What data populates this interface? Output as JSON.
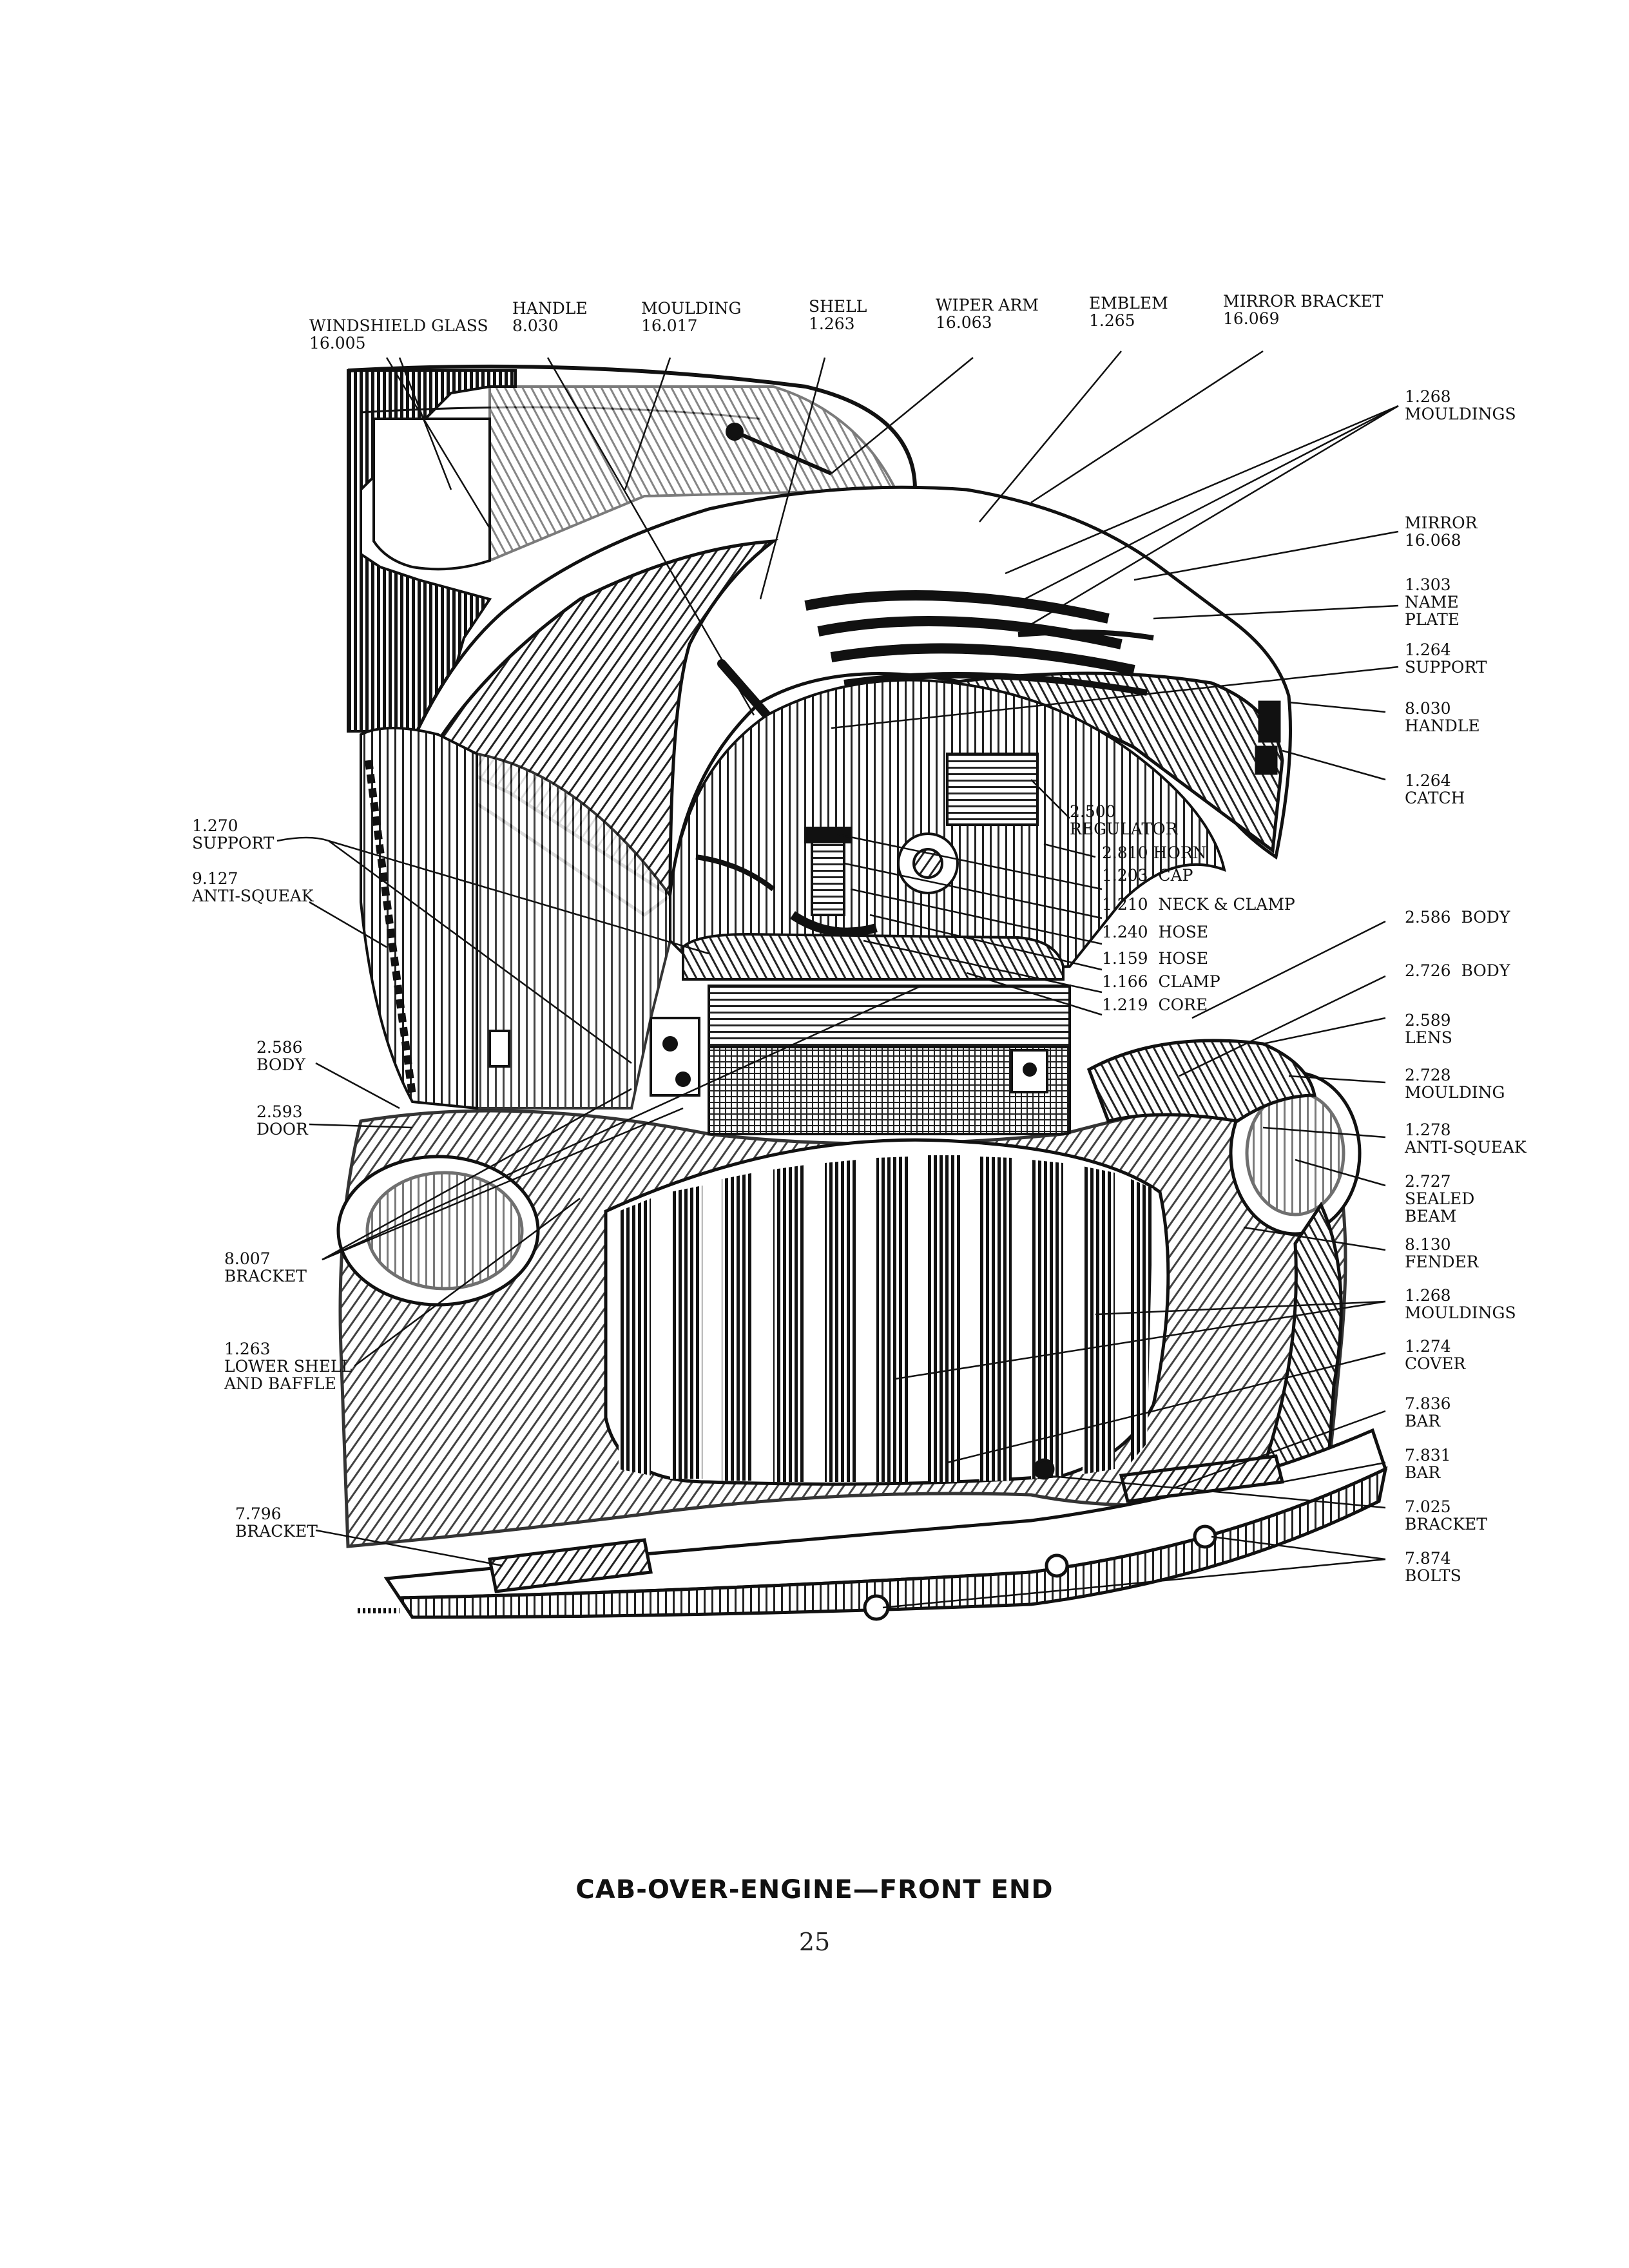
{
  "caption": "CAB-OVER-ENGINE—FRONT END",
  "page_number": "25",
  "labels": [
    {
      "id": "windshield-glass",
      "code": "16.005",
      "name": "WINDSHIELD GLASS",
      "lines": [
        "WINDSHIELD GLASS",
        "16.005"
      ]
    },
    {
      "id": "handle-top",
      "code": "8.030",
      "name": "HANDLE",
      "lines": [
        "HANDLE",
        "8.030"
      ]
    },
    {
      "id": "moulding-top",
      "code": "16.017",
      "name": "MOULDING",
      "lines": [
        "MOULDING",
        "16.017"
      ]
    },
    {
      "id": "shell",
      "code": "1.263",
      "name": "SHELL",
      "lines": [
        "SHELL",
        "1.263"
      ]
    },
    {
      "id": "wiper-arm",
      "code": "16.063",
      "name": "WIPER ARM",
      "lines": [
        "WIPER ARM",
        "16.063"
      ]
    },
    {
      "id": "emblem",
      "code": "1.265",
      "name": "EMBLEM",
      "lines": [
        "EMBLEM",
        "1.265"
      ]
    },
    {
      "id": "mirror-bracket",
      "code": "16.069",
      "name": "MIRROR BRACKET",
      "lines": [
        "MIRROR BRACKET",
        "16.069"
      ]
    },
    {
      "id": "mouldings-upper",
      "code": "1.268",
      "name": "MOULDINGS",
      "lines": [
        "1.268",
        "MOULDINGS"
      ]
    },
    {
      "id": "mirror",
      "code": "16.068",
      "name": "MIRROR",
      "lines": [
        "MIRROR",
        "16.068"
      ]
    },
    {
      "id": "name-plate",
      "code": "1.303",
      "name": "NAME PLATE",
      "lines": [
        "1.303",
        "NAME",
        "PLATE"
      ]
    },
    {
      "id": "support-right",
      "code": "1.264",
      "name": "SUPPORT",
      "lines": [
        "1.264",
        "SUPPORT"
      ]
    },
    {
      "id": "handle-right",
      "code": "8.030",
      "name": "HANDLE",
      "lines": [
        "8.030",
        "HANDLE"
      ]
    },
    {
      "id": "catch",
      "code": "1.264",
      "name": "CATCH",
      "lines": [
        "1.264",
        "CATCH"
      ]
    },
    {
      "id": "regulator",
      "code": "2.500",
      "name": "REGULATOR",
      "lines": [
        "2.500",
        "REGULATOR"
      ]
    },
    {
      "id": "horn",
      "code": "2.810",
      "name": "HORN",
      "lines": [
        "2.810 HORN"
      ]
    },
    {
      "id": "cap",
      "code": "1.203",
      "name": "CAP",
      "lines": [
        "1.203  CAP"
      ]
    },
    {
      "id": "neck-clamp",
      "code": "1.210",
      "name": "NECK & CLAMP",
      "lines": [
        "1.210  NECK & CLAMP"
      ]
    },
    {
      "id": "hose-1",
      "code": "1.240",
      "name": "HOSE",
      "lines": [
        "1.240  HOSE"
      ]
    },
    {
      "id": "hose-2",
      "code": "1.159",
      "name": "HOSE",
      "lines": [
        "1.159  HOSE"
      ]
    },
    {
      "id": "clamp",
      "code": "1.166",
      "name": "CLAMP",
      "lines": [
        "1.166  CLAMP"
      ]
    },
    {
      "id": "core",
      "code": "1.219",
      "name": "CORE",
      "lines": [
        "1.219  CORE"
      ]
    },
    {
      "id": "body-2586-right",
      "code": "2.586",
      "name": "BODY",
      "lines": [
        "2.586  BODY"
      ]
    },
    {
      "id": "body-2726",
      "code": "2.726",
      "name": "BODY",
      "lines": [
        "2.726  BODY"
      ]
    },
    {
      "id": "lens",
      "code": "2.589",
      "name": "LENS",
      "lines": [
        "2.589",
        "LENS"
      ]
    },
    {
      "id": "moulding-2728",
      "code": "2.728",
      "name": "MOULDING",
      "lines": [
        "2.728",
        "MOULDING"
      ]
    },
    {
      "id": "anti-squeak-right",
      "code": "1.278",
      "name": "ANTI-SQUEAK",
      "lines": [
        "1.278",
        "ANTI-SQUEAK"
      ]
    },
    {
      "id": "sealed-beam",
      "code": "2.727",
      "name": "SEALED BEAM",
      "lines": [
        "2.727",
        "SEALED",
        "BEAM"
      ]
    },
    {
      "id": "fender",
      "code": "8.130",
      "name": "FENDER",
      "lines": [
        "8.130",
        "FENDER"
      ]
    },
    {
      "id": "mouldings-lower",
      "code": "1.268",
      "name": "MOULDINGS",
      "lines": [
        "1.268",
        "MOULDINGS"
      ]
    },
    {
      "id": "cover",
      "code": "1.274",
      "name": "COVER",
      "lines": [
        "1.274",
        "COVER"
      ]
    },
    {
      "id": "bar-7836",
      "code": "7.836",
      "name": "BAR",
      "lines": [
        "7.836",
        "BAR"
      ]
    },
    {
      "id": "bar-7831",
      "code": "7.831",
      "name": "BAR",
      "lines": [
        "7.831",
        "BAR"
      ]
    },
    {
      "id": "bracket-7025",
      "code": "7.025",
      "name": "BRACKET",
      "lines": [
        "7.025",
        "BRACKET"
      ]
    },
    {
      "id": "bolts",
      "code": "7.874",
      "name": "BOLTS",
      "lines": [
        "7.874",
        "BOLTS"
      ]
    },
    {
      "id": "support-left",
      "code": "1.270",
      "name": "SUPPORT",
      "lines": [
        "1.270",
        "SUPPORT"
      ]
    },
    {
      "id": "anti-squeak-left",
      "code": "9.127",
      "name": "ANTI-SQUEAK",
      "lines": [
        "9.127",
        "ANTI-SQUEAK"
      ]
    },
    {
      "id": "body-2586-left",
      "code": "2.586",
      "name": "BODY",
      "lines": [
        "2.586",
        "BODY"
      ]
    },
    {
      "id": "door",
      "code": "2.593",
      "name": "DOOR",
      "lines": [
        "2.593",
        "DOOR"
      ]
    },
    {
      "id": "bracket-8007",
      "code": "8.007",
      "name": "BRACKET",
      "lines": [
        "8.007",
        "BRACKET"
      ]
    },
    {
      "id": "lower-shell",
      "code": "1.263",
      "name": "LOWER SHELL AND BAFFLE",
      "lines": [
        "1.263",
        "LOWER SHELL",
        "AND BAFFLE"
      ]
    },
    {
      "id": "bracket-7796",
      "code": "7.796",
      "name": "BRACKET",
      "lines": [
        "7.796",
        "BRACKET"
      ]
    }
  ]
}
